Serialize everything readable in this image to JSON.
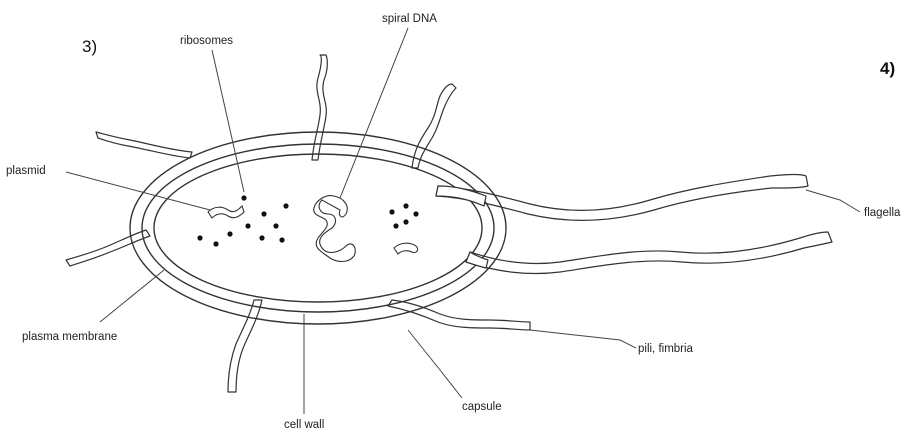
{
  "panel_numbers": {
    "left": "3)",
    "right": "4)"
  },
  "labels": {
    "spiral_dna": "spiral DNA",
    "ribosomes": "ribosomes",
    "plasmid": "plasmid",
    "flagella": "flagella",
    "plasma_membrane": "plasma membrane",
    "pili_fimbria": "pili, fimbria",
    "capsule": "capsule",
    "cell_wall": "cell wall"
  },
  "colors": {
    "outline": "#333333",
    "text": "#222222",
    "ribosome": "#111111"
  }
}
